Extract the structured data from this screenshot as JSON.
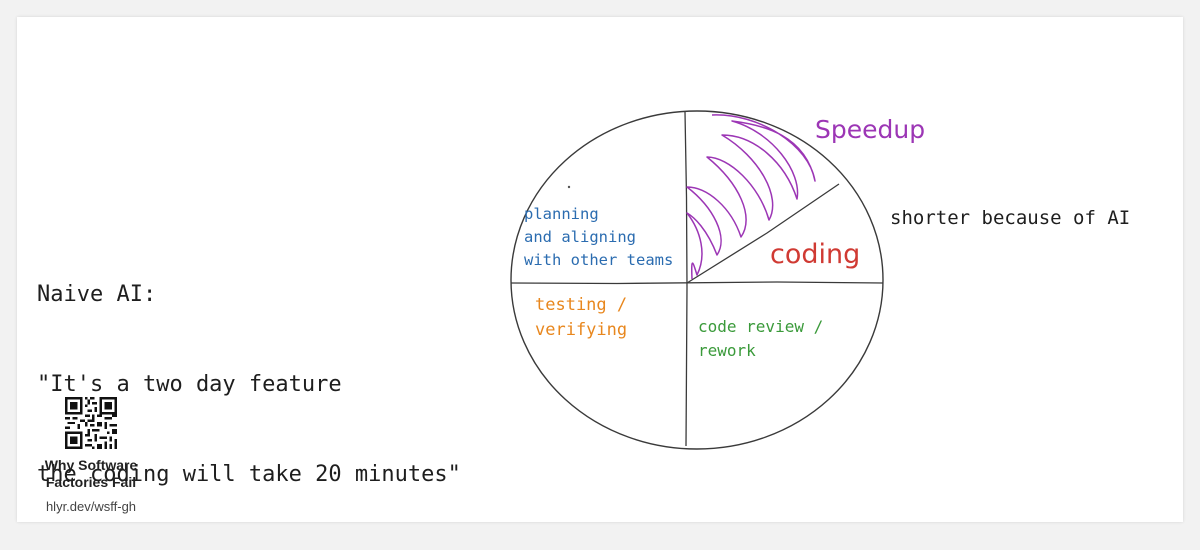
{
  "quote": {
    "lines": [
      "Naive AI:",
      "\"It's a two day feature",
      "the coding will take 20 minutes\""
    ]
  },
  "pie": {
    "segments": [
      {
        "label_lines": [
          "planning",
          "and aligning",
          "with other teams"
        ],
        "color": "#2b6cb0"
      },
      {
        "label_lines": [
          "coding"
        ],
        "color": "#d03a33"
      },
      {
        "label_lines": [
          "testing /",
          "verifying"
        ],
        "color": "#e8871e"
      },
      {
        "label_lines": [
          "code review /",
          "rework"
        ],
        "color": "#3a9a3a"
      }
    ],
    "speedup_label": "Speedup",
    "speedup_color": "#9c36b5",
    "side_note": "shorter because of AI"
  },
  "footer": {
    "qr_title_lines": [
      "Why Software",
      "Factories Fail"
    ],
    "url": "hlyr.dev/wsff-gh"
  },
  "icons": [
    "qr-code-icon"
  ]
}
